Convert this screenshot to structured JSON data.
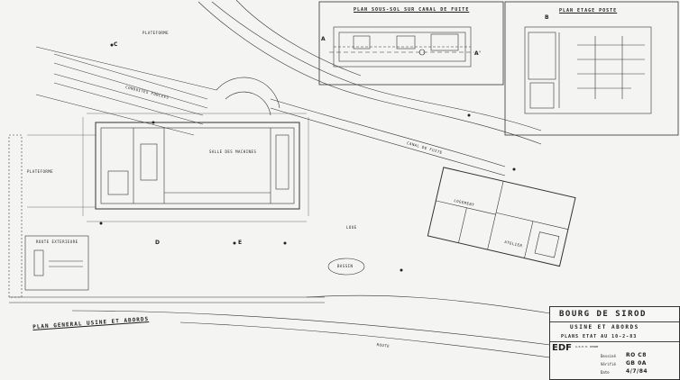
{
  "sheet": {
    "titles": {
      "general_plan": "PLAN GENERAL USINE ET ABORDS",
      "basement_plan": "PLAN SOUS-SOL SUR CANAL DE FUITE",
      "floor_plan": "PLAN ETAGE POSTE"
    },
    "labels": {
      "platform_top": "PLATEFORME",
      "platform_left": "PLATEFORME",
      "machines_room": "SALLE DES MACHINES",
      "forced_conduits": "CONDUITES FORCEES",
      "outlet_canal": "CANAL DE FUITE",
      "loud": "LOUE",
      "lodging": "LOGEMENT",
      "workshop": "ATELIER",
      "route": "ROUTE",
      "road_exterior": "ROUTE EXTERIEURE",
      "basin": "BASSIN"
    },
    "section_marks": [
      "A",
      "A'",
      "B",
      "C",
      "D",
      "E"
    ]
  },
  "title_block": {
    "project": "BOURG DE SIROD",
    "subject": "USINE ET ABORDS",
    "plans_state": "PLANS ETAT AU 10-2-83",
    "org": "EDF",
    "org_sub": "G.R.P.H. RHONE",
    "fields": [
      {
        "label": "Dessiné",
        "value": "RO   C8"
      },
      {
        "label": "Vérifié",
        "value": "GB   0A"
      },
      {
        "label": "Date",
        "value": "4/7/84"
      }
    ]
  }
}
